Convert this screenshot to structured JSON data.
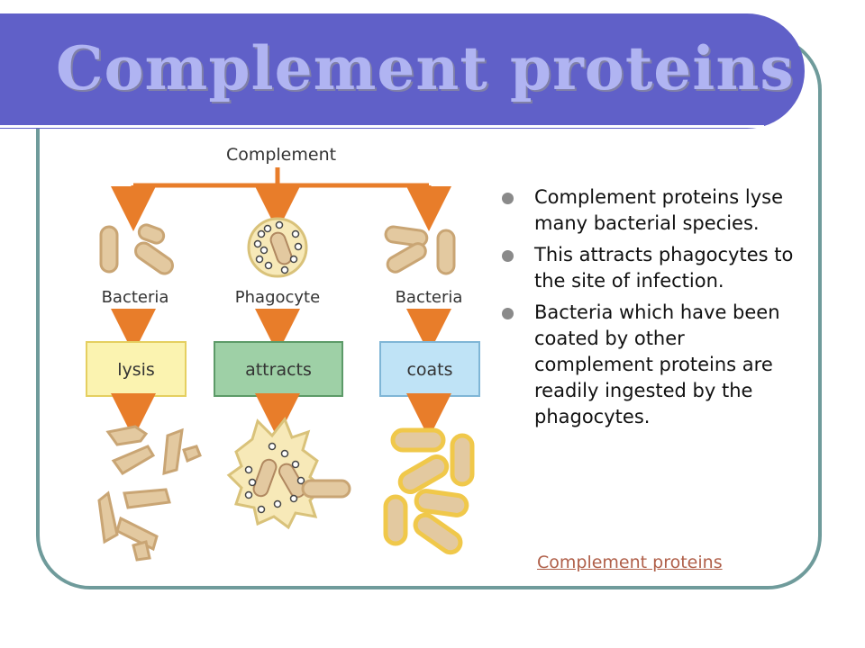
{
  "title": "Complement proteins",
  "diagram": {
    "top_label": "Complement",
    "targets": [
      "Bacteria",
      "Phagocyte",
      "Bacteria"
    ],
    "actions": [
      "lysis",
      "attracts",
      "coats"
    ]
  },
  "bullets": [
    "Complement proteins lyse many bacterial species.",
    "This attracts phagocytes to the site of infection.",
    "Bacteria which have been coated by other complement proteins are readily ingested by the phagocytes."
  ],
  "link_text": "Complement proteins",
  "colors": {
    "title_bar": "#6060c8",
    "title_text": "#b0b4f2",
    "frame_border": "#6f9b9b",
    "arrow": "#e87d2a",
    "lysis_box": "#fbf3b0",
    "attracts_box": "#9ed0a6",
    "coats_box": "#bfe3f6",
    "bacteria_fill": "#e3c9a0",
    "link": "#b0604a"
  }
}
